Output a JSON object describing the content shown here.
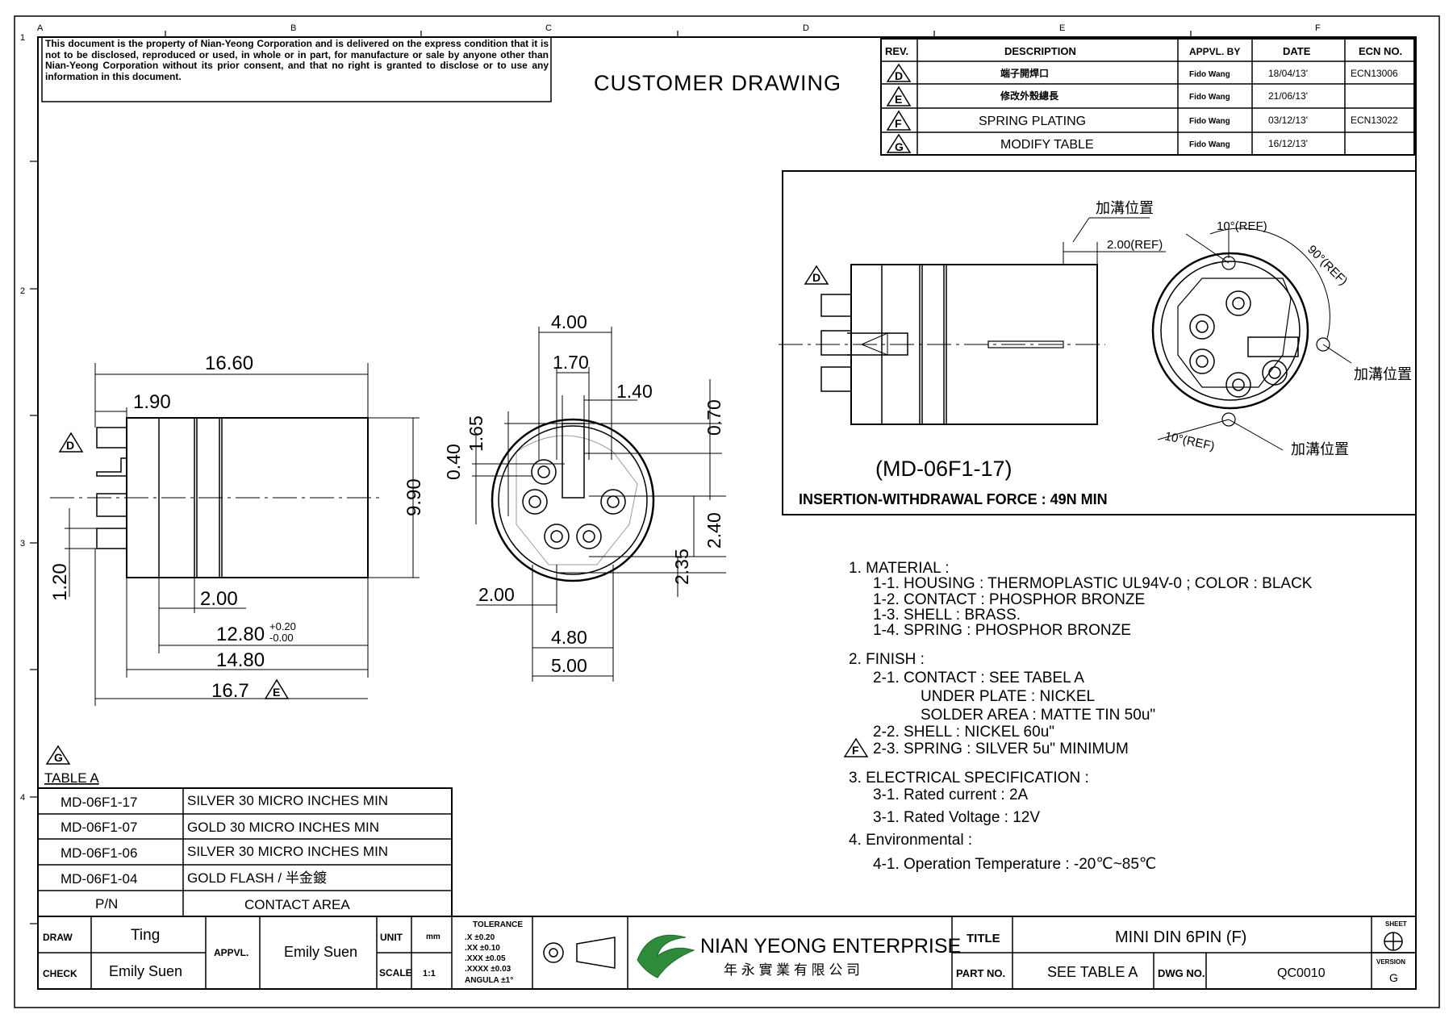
{
  "border": {
    "column_letters": [
      "A",
      "B",
      "C",
      "D",
      "E",
      "F"
    ],
    "row_numbers": [
      "1",
      "2",
      "3",
      "4"
    ]
  },
  "disclaimer": "This document is the property of Nian-Yeong Corporation and is delivered on the express condition that it is not to be disclosed, reproduced or used, in whole or in part, for manufacture or sale by anyone other than Nian-Yeong Corporation without its prior consent, and that no right is granted to disclose or to use any information in this document.",
  "header_title": "CUSTOMER DRAWING",
  "revision_table": {
    "headers": [
      "REV.",
      "DESCRIPTION",
      "APPVL. BY",
      "DATE",
      "ECN NO."
    ],
    "rows": [
      {
        "rev": "D",
        "description": "端子開焊口",
        "appvl": "Fido Wang",
        "date": "18/04/13'",
        "ecn": "ECN13006"
      },
      {
        "rev": "E",
        "description": "修改外殼總長",
        "appvl": "Fido Wang",
        "date": "21/06/13'",
        "ecn": ""
      },
      {
        "rev": "F",
        "description": "SPRING PLATING",
        "appvl": "Fido Wang",
        "date": "03/12/13'",
        "ecn": "ECN13022"
      },
      {
        "rev": "G",
        "description": "MODIFY TABLE",
        "appvl": "Fido Wang",
        "date": "16/12/13'",
        "ecn": ""
      }
    ]
  },
  "side_view_dims": {
    "d1660": "16.60",
    "d190": "1.90",
    "d990": "9.90",
    "d120": "1.20",
    "d200": "2.00",
    "d1280": "12.80",
    "tol_plus": "+0.20",
    "tol_minus": "-0.00",
    "d1480": "14.80",
    "d167": "16.7",
    "rev_d": "D",
    "rev_e": "E"
  },
  "front_view_dims": {
    "d400": "4.00",
    "d170": "1.70",
    "d140": "1.40",
    "d070": "0.70",
    "d165": "1.65",
    "d040": "0.40",
    "d240": "2.40",
    "d235": "2.35",
    "d200": "2.00",
    "d480": "4.80",
    "d500": "5.00"
  },
  "detail_view": {
    "groove_label": "加溝位置",
    "ref_200": "2.00(REF)",
    "ref_10": "10°(REF)",
    "ref_90": "90°(REF)",
    "ref_10b": "10°(REF)",
    "rev_d": "D",
    "model": "(MD-06F1-17)",
    "force": "INSERTION-WITHDRAWAL FORCE : 49N MIN"
  },
  "notes": [
    "1. MATERIAL :",
    "1-1. HOUSING : THERMOPLASTIC UL94V-0 ; COLOR : BLACK",
    "1-2. CONTACT : PHOSPHOR BRONZE",
    "1-3. SHELL : BRASS.",
    "1-4. SPRING : PHOSPHOR BRONZE",
    "2. FINISH :",
    "2-1. CONTACT : SEE TABEL A",
    "UNDER PLATE : NICKEL",
    "SOLDER AREA : MATTE TIN 50u\"",
    "2-2. SHELL : NICKEL 60u\"",
    "2-3. SPRING : SILVER 5u\" MINIMUM",
    "3. ELECTRICAL SPECIFICATION :",
    "3-1. Rated current : 2A",
    "3-1. Rated Voltage : 12V",
    "4. Environmental :",
    "4-1. Operation Temperature : -20℃~85℃"
  ],
  "notes_rev_f": "F",
  "table_a": {
    "rev": "G",
    "title": "TABLE A",
    "rows": [
      {
        "pn": "MD-06F1-17",
        "area": "SILVER 30 MICRO INCHES MIN"
      },
      {
        "pn": "MD-06F1-07",
        "area": "GOLD 30 MICRO INCHES MIN"
      },
      {
        "pn": "MD-06F1-06",
        "area": "SILVER 30 MICRO INCHES MIN"
      },
      {
        "pn": "MD-06F1-04",
        "area": "GOLD FLASH / 半金鍍"
      }
    ],
    "header_pn": "P/N",
    "header_area": "CONTACT AREA"
  },
  "title_block": {
    "draw_label": "DRAW",
    "draw_value": "Ting",
    "check_label": "CHECK",
    "check_value": "Emily Suen",
    "appvl_label": "APPVL.",
    "appvl_value": "Emily Suen",
    "unit_label": "UNIT",
    "unit_value": "mm",
    "scale_label": "SCALE",
    "scale_value": "1:1",
    "tolerance_title": "TOLERANCE",
    "tolerance_rows": [
      ".X  ±0.20",
      ".XX  ±0.10",
      ".XXX  ±0.05",
      ".XXXX  ±0.03",
      "ANGULA  ±1°"
    ],
    "company_en": "NIAN YEONG ENTERPRISE",
    "company_zh": "年 永 實 業 有 限 公 司",
    "title_label": "TITLE",
    "title_value": "MINI DIN 6PIN (F)",
    "partno_label": "PART NO.",
    "partno_value": "SEE TABLE A",
    "dwgno_label": "DWG NO.",
    "dwgno_value": "QC0010",
    "sheet_label": "SHEET",
    "version_label": "VERSION",
    "version_value": "G"
  }
}
